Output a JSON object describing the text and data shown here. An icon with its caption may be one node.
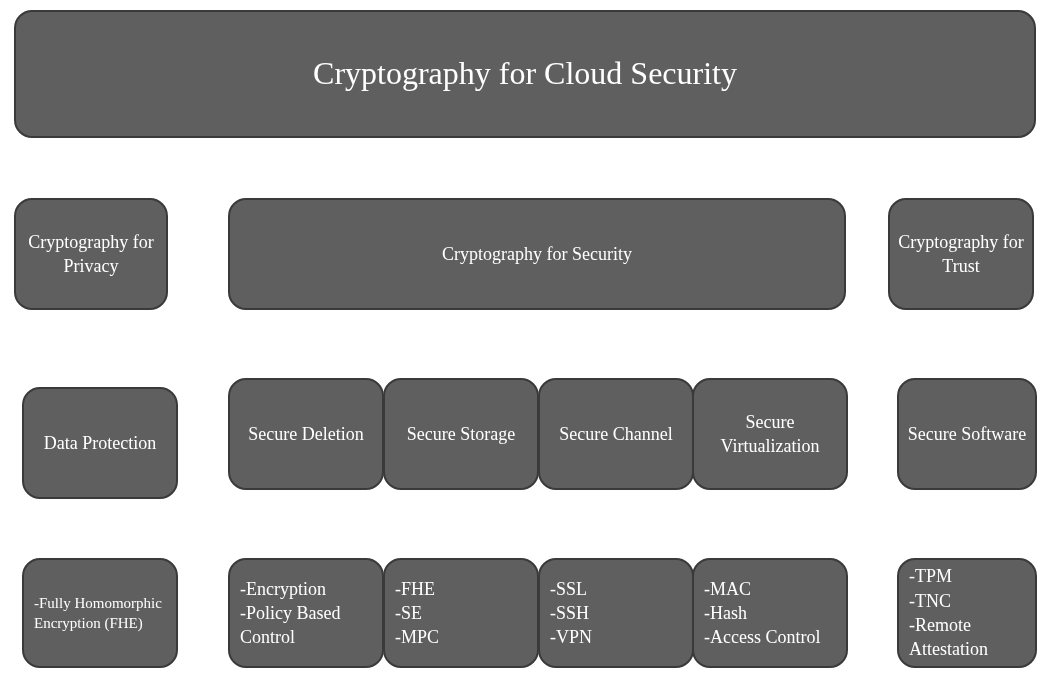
{
  "diagram": {
    "nodes": [
      {
        "text": [
          "Cryptography for Cloud Security"
        ]
      },
      {
        "text": [
          "Cryptography for Privacy"
        ]
      },
      {
        "text": [
          "Cryptography for Security"
        ]
      },
      {
        "text": [
          "Cryptography for Trust"
        ]
      },
      {
        "text": [
          "Data Protection"
        ]
      },
      {
        "text": [
          "Secure Deletion"
        ]
      },
      {
        "text": [
          "Secure Storage"
        ]
      },
      {
        "text": [
          "Secure Channel"
        ]
      },
      {
        "text": [
          "Secure Virtualization"
        ]
      },
      {
        "text": [
          "Secure Software"
        ]
      },
      {
        "text": [
          "-Fully Homomorphic Encryption (FHE)"
        ]
      },
      {
        "text": [
          "-Encryption",
          "-Policy Based Control"
        ]
      },
      {
        "text": [
          "-FHE",
          "-SE",
          "-MPC"
        ]
      },
      {
        "text": [
          "-SSL",
          "-SSH",
          "-VPN"
        ]
      },
      {
        "text": [
          "-MAC",
          "-Hash",
          "-Access Control"
        ]
      },
      {
        "text": [
          "-TPM",
          "-TNC",
          "-Remote Attestation"
        ]
      }
    ]
  }
}
